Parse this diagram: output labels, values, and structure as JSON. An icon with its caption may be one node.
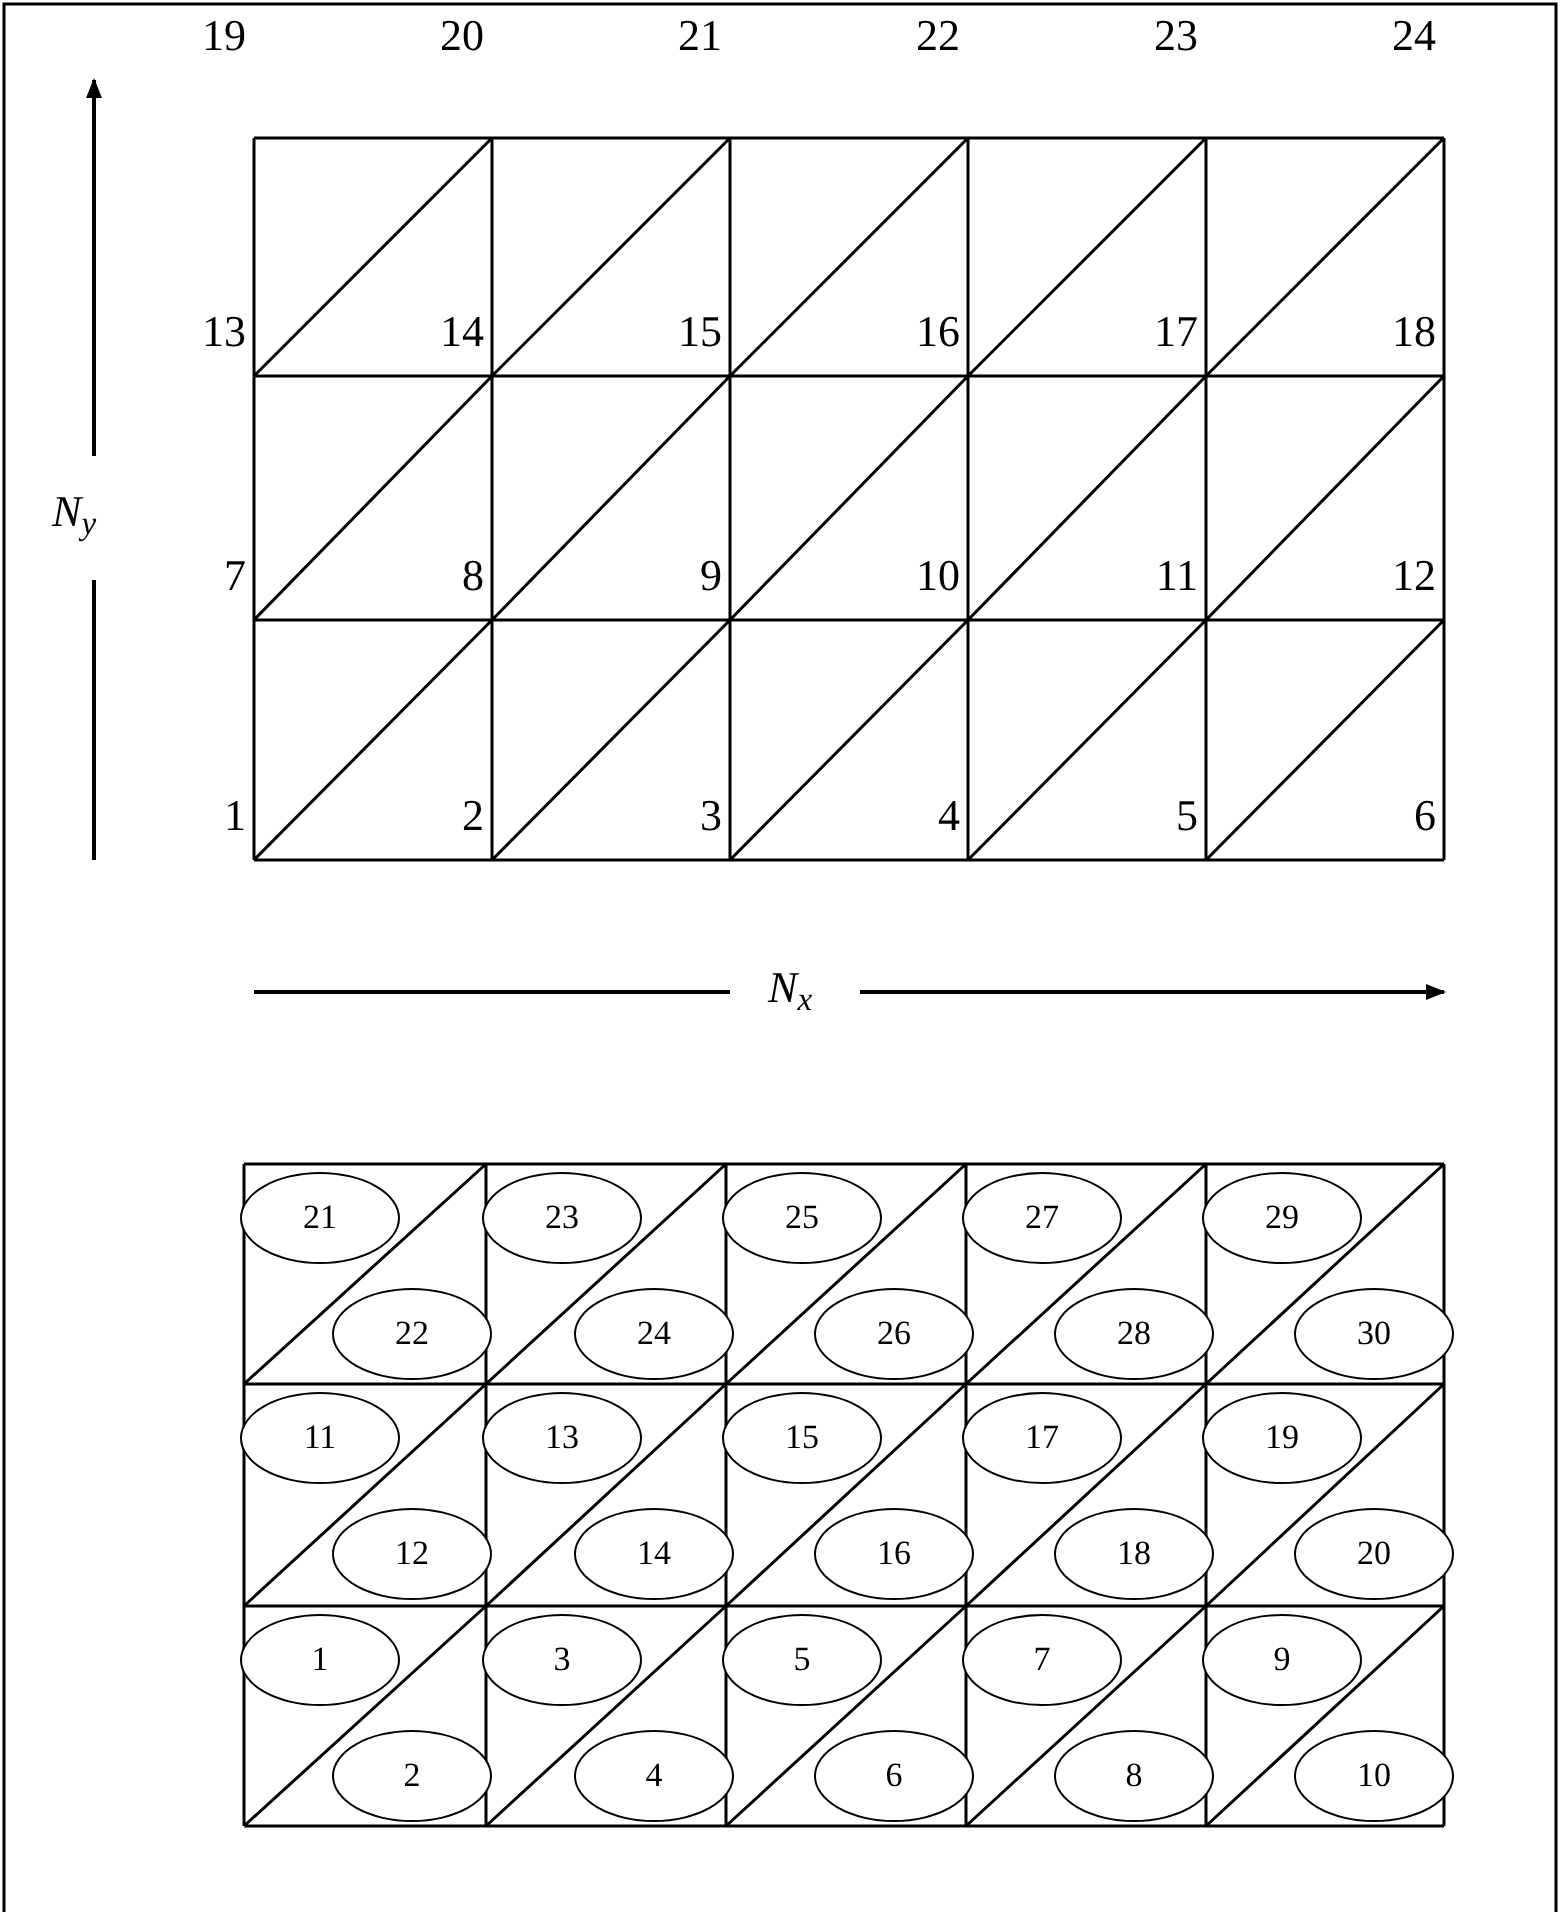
{
  "diagram": {
    "nodes": [
      {
        "text": [
          "1"
        ]
      },
      {
        "text": [
          "2"
        ]
      },
      {
        "text": [
          "3"
        ]
      },
      {
        "text": [
          "4"
        ]
      },
      {
        "text": [
          "5"
        ]
      },
      {
        "text": [
          "6"
        ]
      },
      {
        "text": [
          "7"
        ]
      },
      {
        "text": [
          "8"
        ]
      },
      {
        "text": [
          "9"
        ]
      },
      {
        "text": [
          "10"
        ]
      },
      {
        "text": [
          "11"
        ]
      },
      {
        "text": [
          "12"
        ]
      },
      {
        "text": [
          "13"
        ]
      },
      {
        "text": [
          "14"
        ]
      },
      {
        "text": [
          "15"
        ]
      },
      {
        "text": [
          "16"
        ]
      },
      {
        "text": [
          "17"
        ]
      },
      {
        "text": [
          "18"
        ]
      },
      {
        "text": [
          "19"
        ]
      },
      {
        "text": [
          "20"
        ]
      },
      {
        "text": [
          "21"
        ]
      },
      {
        "text": [
          "22"
        ]
      },
      {
        "text": [
          "23"
        ]
      },
      {
        "text": [
          "24"
        ]
      },
      {
        "text": [
          "25"
        ]
      },
      {
        "text": [
          "26"
        ]
      },
      {
        "text": [
          "27"
        ]
      },
      {
        "text": [
          "28"
        ]
      },
      {
        "text": [
          "29"
        ]
      },
      {
        "text": [
          "30"
        ]
      }
    ],
    "labels": [
      "19",
      "20",
      "21",
      "22",
      "23",
      "24",
      "13",
      "14",
      "15",
      "16",
      "17",
      "18",
      "7",
      "8",
      "9",
      "10",
      "11",
      "12",
      "1",
      "2",
      "3",
      "4",
      "5",
      "6",
      "N$_{y}$",
      "N$_{x}$"
    ]
  }
}
